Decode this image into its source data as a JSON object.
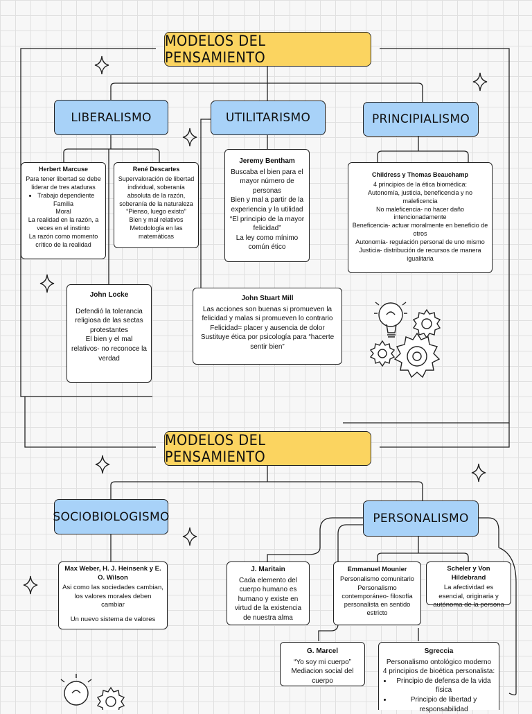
{
  "section1": {
    "title": "MODELOS DEL PENSAMIENTO",
    "categories": [
      "LIBERALISMO",
      "UTILITARISMO",
      "PRINCIPIALISMO"
    ],
    "marcuse": {
      "name": "Herbert Marcuse",
      "intro": "Para tener libertad se debe liderar de tres ataduras",
      "items": [
        "Trabajo dependiente",
        "Familia",
        "Moral"
      ],
      "line1": "La realidad en la razón, a veces en el instinto",
      "line2": "La razón como momento crítico de la realidad"
    },
    "descartes": {
      "name": "René Descartes",
      "line1": "Supervaloración de libertad individual, soberanía absoluta de la razón, soberanía de la naturaleza",
      "line2": "“Pienso, luego existo”",
      "line3": "Bien y mal relativos",
      "line4": "Metodología en las matemáticas"
    },
    "locke": {
      "name": "John Locke",
      "line1": "Defendió la tolerancia religiosa de las sectas protestantes",
      "line2": "El bien y el mal relativos- no reconoce la verdad"
    },
    "bentham": {
      "name": "Jeremy Bentham",
      "line1": "Buscaba el bien para el mayor número de personas",
      "line2": "Bien y mal a partir de la experiencia y la utilidad",
      "line3": "“El principio de la mayor felicidad”",
      "line4": "La ley como mínimo común ético"
    },
    "mill": {
      "name": "John Stuart Mill",
      "line1": "Las acciones son buenas si promueven la felicidad y malas si promueven lo contrario",
      "line2": "Felicidad= placer y ausencia de dolor",
      "line3": "Sustituye ética por psicología para “hacerte sentir bien”"
    },
    "childress": {
      "name": "Childress y Thomas Beauchamp",
      "line1": "4 principios de la ética biomédica:",
      "line2": "Autonomía, justicia, beneficencia y no maleficencia",
      "line3": "No maleficencia- no hacer daño intencionadamente",
      "line4": "Beneficencia-  actuar moralmente en beneficio de otros",
      "line5": "Autonomía- regulación personal de uno mismo",
      "line6": "Justicia- distribución de recursos de manera igualitaria"
    }
  },
  "section2": {
    "title": "MODELOS DEL PENSAMIENTO",
    "categories": [
      "SOCIOBIOLOGISMO",
      "PERSONALISMO"
    ],
    "weber": {
      "name": "Max Weber, H. J. Heinsenk y E. O. Wilson",
      "line1": "Asi como las sociedades cambian, los valores morales deben cambiar",
      "line2": "Un nuevo sistema de valores"
    },
    "maritain": {
      "name": "J. Maritain",
      "line1": "Cada elemento del cuerpo humano es humano y existe en virtud de la existencia de nuestra alma"
    },
    "mounier": {
      "name": "Emmanuel Mounier",
      "line1": "Personalismo comunitario",
      "line2": "Personalismo contemporáneo- filosofía personalista en sentido estricto"
    },
    "scheler": {
      "name": "Scheler y Von Hildebrand",
      "line1": "La afectividad es esencial, originaria y autónoma de la persona"
    },
    "marcel": {
      "name": "G. Marcel",
      "line1": "“Yo soy mi cuerpo”",
      "line2": "Mediacion social del cuerpo"
    },
    "sgreccia": {
      "name": "Sgreccia",
      "line1": "Personalismo ontológico moderno",
      "line2": "4 principios de bioética personalista:",
      "items": [
        "Principio de defensa de la vida física",
        "Principio de libertad y responsabilidad"
      ]
    }
  },
  "colors": {
    "title_fill": "#fbd460",
    "category_fill": "#a8d2f8",
    "box_fill": "#ffffff",
    "line": "#222222"
  },
  "icons": [
    "sparkle-icon",
    "lightbulb-icon",
    "gear-icon"
  ]
}
